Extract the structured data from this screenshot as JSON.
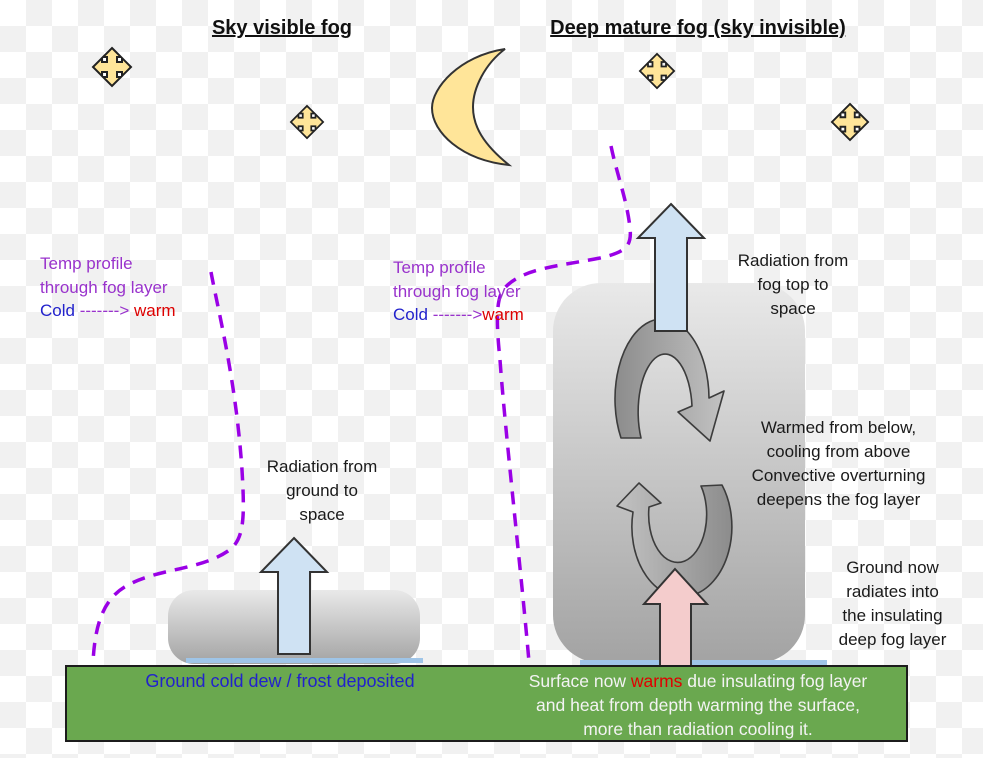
{
  "titles": {
    "left": "Sky visible fog",
    "right": "Deep mature fog (sky invisible)"
  },
  "temp_profile_left": {
    "line1": "Temp profile",
    "line2": "through fog layer",
    "cold": "Cold",
    "arrow": "------->",
    "warm": "warm"
  },
  "temp_profile_right": {
    "line1": "Temp profile",
    "line2": "through fog layer",
    "cold": "Cold",
    "arrow": "------->",
    "warm": "warm"
  },
  "labels": {
    "radiation_ground": [
      "Radiation from",
      "ground to",
      "space"
    ],
    "radiation_fog_top": [
      "Radiation from",
      "fog top to",
      "space"
    ],
    "convection": [
      "Warmed from below,",
      "cooling from above",
      "Convective overturning",
      "deepens the fog layer"
    ],
    "ground_radiates": [
      "Ground now",
      "radiates into",
      "the insulating",
      "deep fog layer"
    ]
  },
  "ground": {
    "left_label": "Ground cold dew / frost deposited",
    "surface_line1_pre": "Surface now ",
    "surface_warm_word": "warms",
    "surface_line1_post": " due insulating fog layer",
    "surface_line2": "and heat from depth warming the surface,",
    "surface_line3": "more than radiation cooling it."
  },
  "icons": {
    "moon": "crescent-moon",
    "stars": [
      "four-point-star",
      "four-point-star",
      "four-point-star",
      "four-point-star"
    ]
  },
  "colors": {
    "purple_text": "#9933cc",
    "purple_dash": "#9a00e6",
    "cold_blue": "#2222cc",
    "warm_red": "#dd0000",
    "radiation_arrow_blue": "#cfe2f3",
    "heat_arrow_pink": "#f4cccc",
    "ground_green": "#6aa84f",
    "frost_blue": "#9fc5e8",
    "fog_gray_top": "#e9e9e9",
    "fog_gray_bottom": "#a3a3a3",
    "star_yellow": "#ffe599",
    "surface_text_white": "#f3f3f3"
  }
}
